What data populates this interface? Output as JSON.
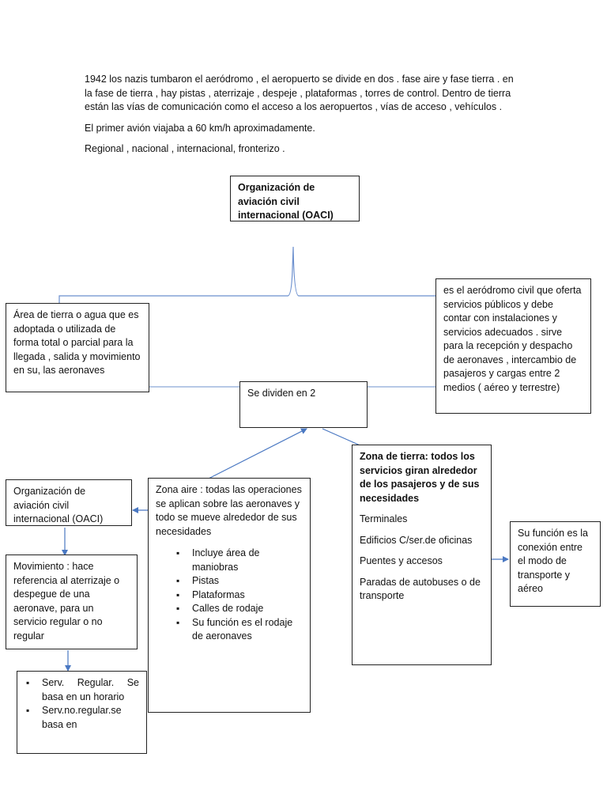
{
  "intro": {
    "p1": "1942 los nazis tumbaron el aeródromo , el aeropuerto se divide en dos . fase aire y fase tierra .  en la fase de tierra , hay pistas , aterrizaje , despeje , plataformas , torres de control. Dentro de tierra están las vías de comunicación como el acceso a los aeropuertos , vías de acceso , vehículos .",
    "p2": "El primer avión viajaba a 60 km/h aproximadamente.",
    "p3": "Regional , nacional , internacional,  fronterizo ."
  },
  "boxes": {
    "oaci_top": "Organización de aviación civil internacional (OACI)",
    "area_tierra": "Área de tierra o agua que es adoptada o utilizada de forma total o parcial para la llegada , salida y movimiento en su, las aeronaves",
    "aerodromo_civil": "es el aeródromo civil que oferta servicios públicos y debe contar con instalaciones y servicios adecuados . sirve para la recepción y despacho de aeronaves , intercambio de pasajeros y cargas entre 2 medios ( aéreo y terrestre)",
    "se_dividen": "Se dividen en 2",
    "zona_tierra": {
      "title": "Zona de tierra: todos los servicios giran alrededor de los pasajeros y de sus necesidades",
      "items": [
        "Terminales",
        "Edificios C/ser.de oficinas",
        "Puentes y accesos",
        "Paradas de autobuses o de transporte"
      ]
    },
    "funcion": "Su función es la conexión entre el modo de transporte y aéreo",
    "zona_aire": {
      "title": "Zona aire : todas las operaciones se aplican sobre las aeronaves y todo se mueve alrededor de sus necesidades",
      "items": [
        "Incluye área de maniobras",
        "Pistas",
        "Plataformas",
        "Calles de rodaje",
        "Su función es el rodaje de aeronaves"
      ]
    },
    "oaci_left": "Organización de aviación civil internacional (OACI)",
    "movimiento": "Movimiento : hace referencia al aterrizaje o despegue de una aeronave, para un servicio regular o no regular",
    "servicios": {
      "items": [
        "Serv. Regular. Se basa en un horario",
        "Serv.no.regular.se basa en"
      ]
    }
  },
  "colors": {
    "connector": "#4a78c2",
    "border": "#222222",
    "text": "#111111"
  }
}
